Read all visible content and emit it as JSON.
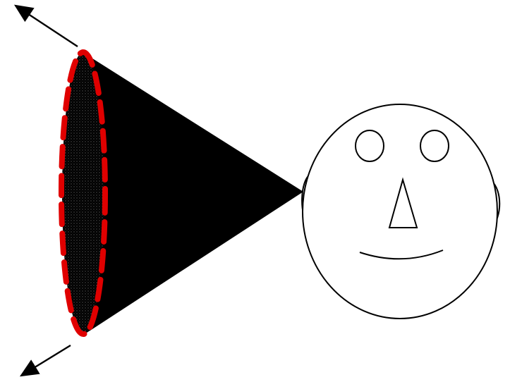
{
  "colors": {
    "background": "#ffffff",
    "cone_fill": "#000000",
    "outline": "#000000",
    "highlight_dash": "#e00000"
  },
  "elements": [
    "double-headed-arrow",
    "cone",
    "cone-base-ellipse",
    "red-dashed-outline",
    "face"
  ]
}
